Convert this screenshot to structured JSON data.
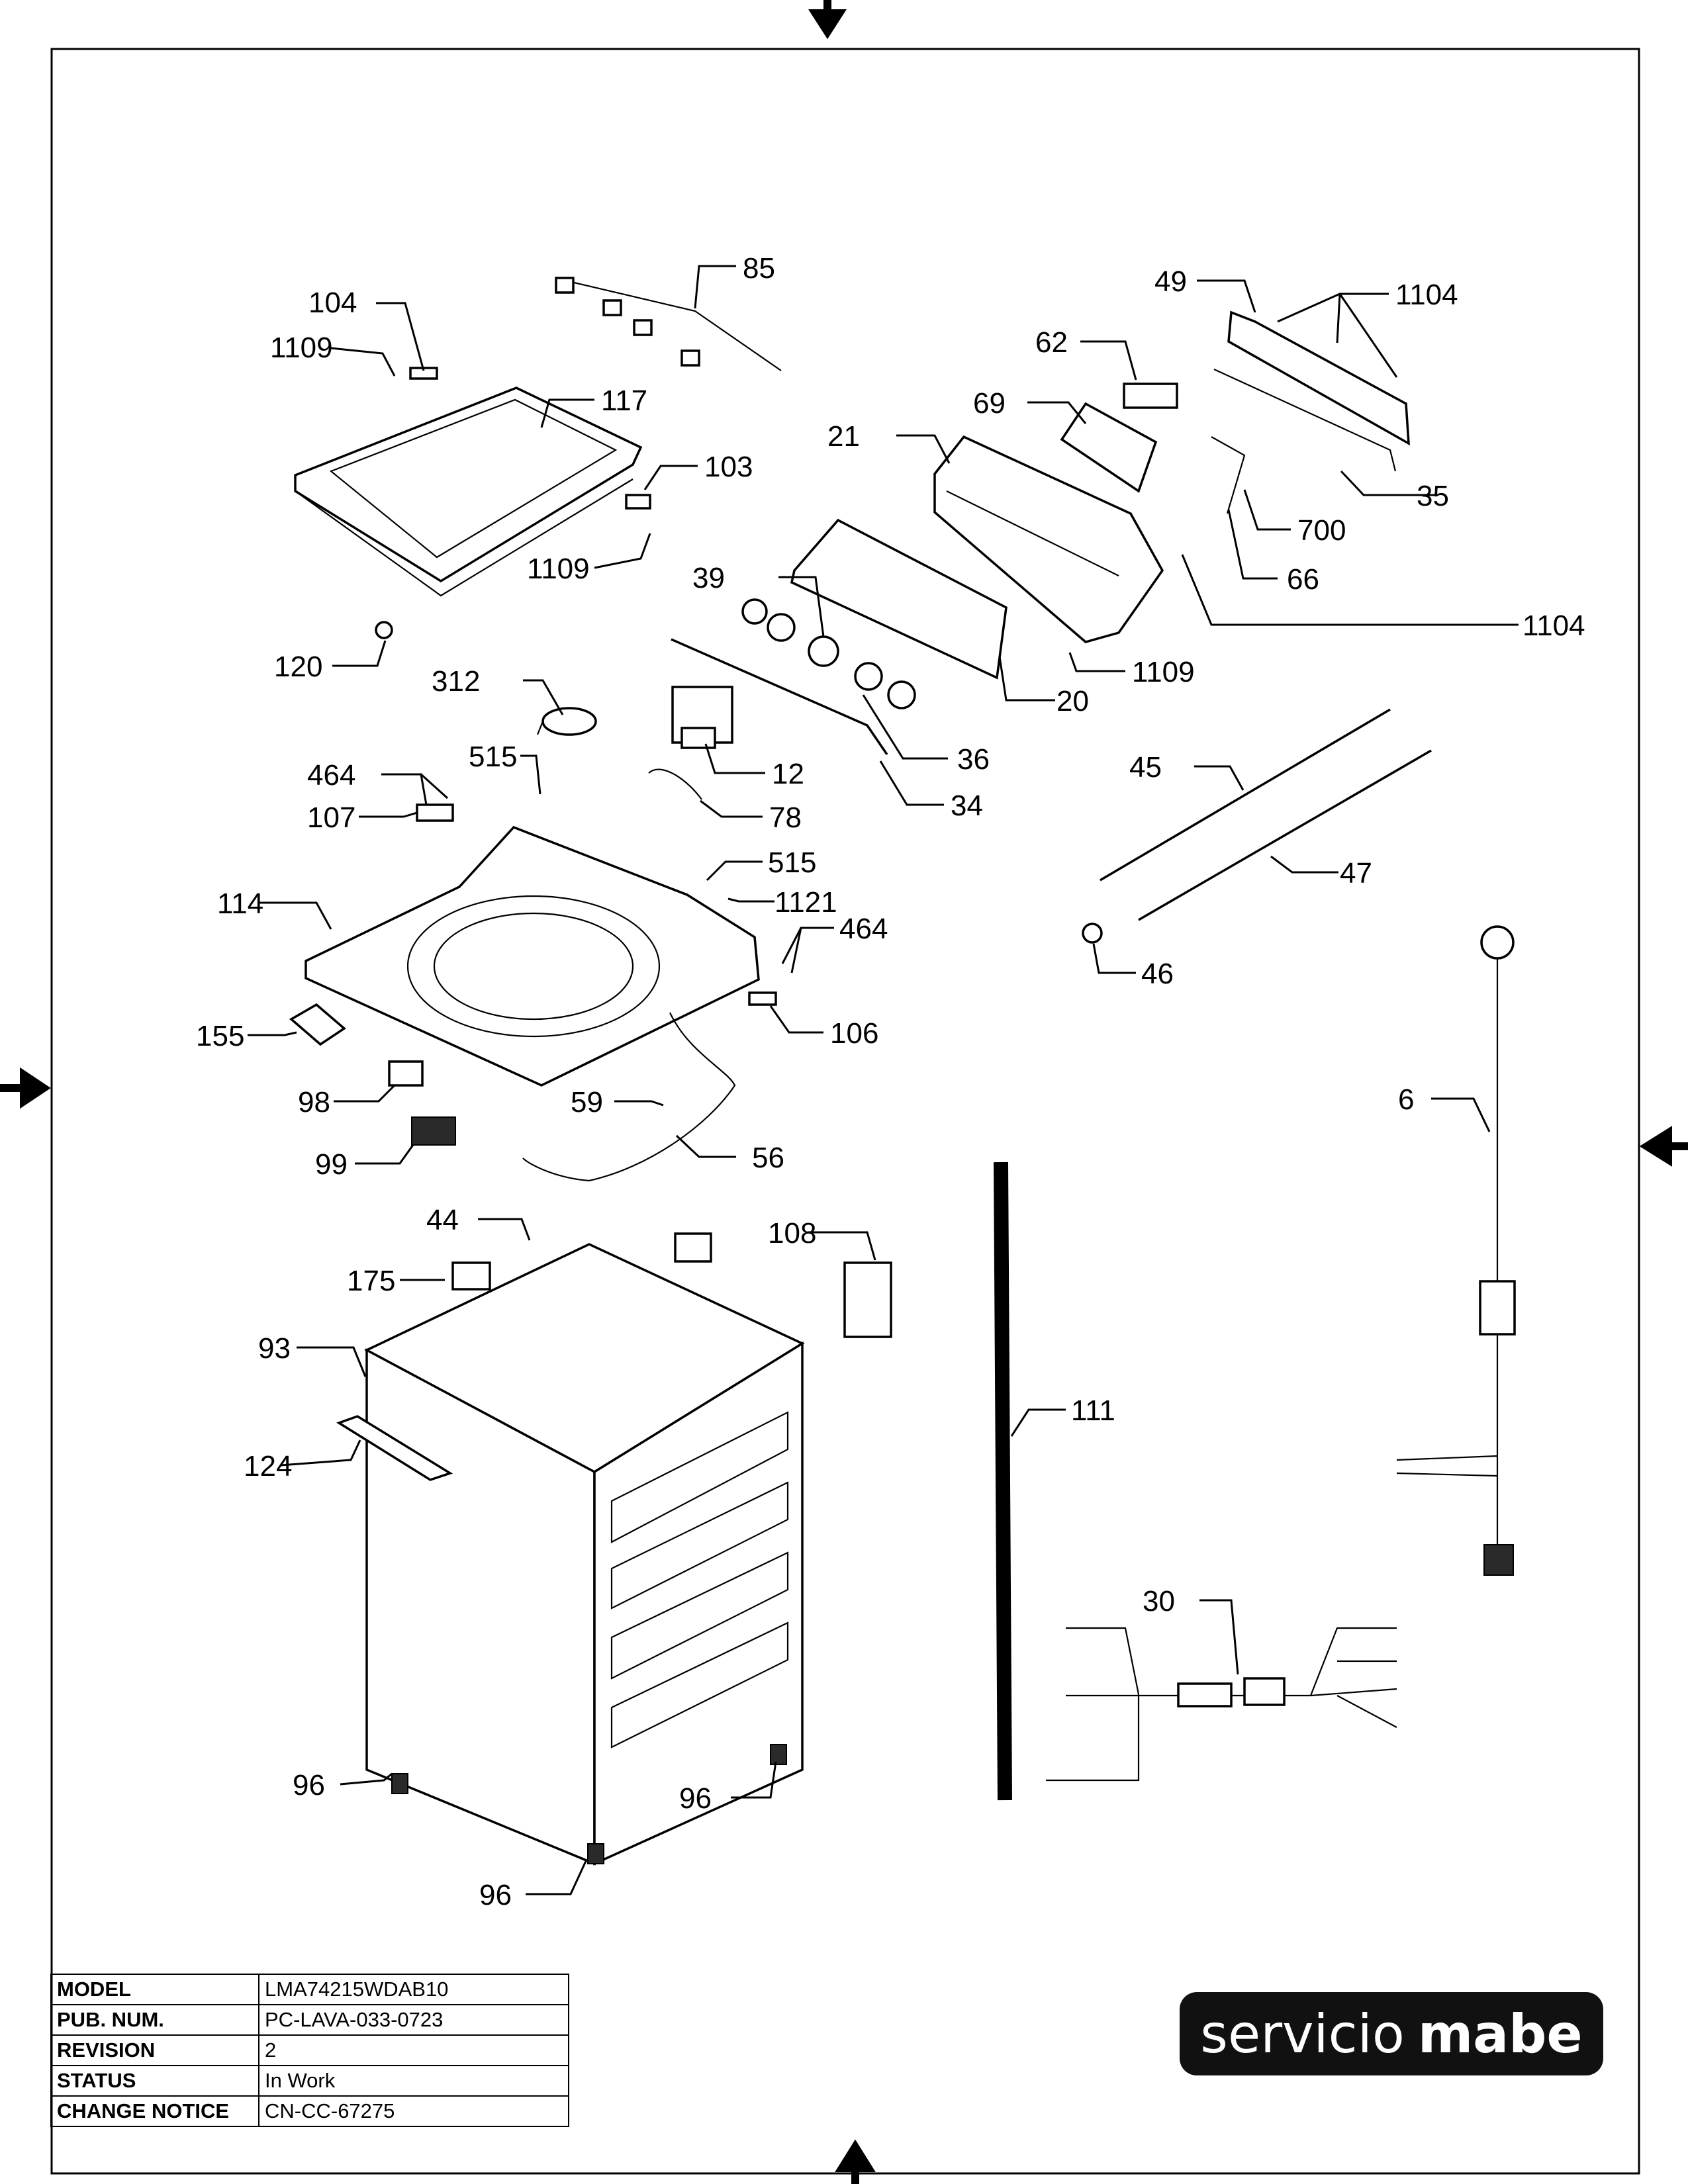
{
  "title_block": {
    "rows": [
      {
        "label": "MODEL",
        "value": "LMA74215WDAB10"
      },
      {
        "label": "PUB. NUM.",
        "value": "PC-LAVA-033-0723"
      },
      {
        "label": "REVISION",
        "value": "2"
      },
      {
        "label": "STATUS",
        "value": "In Work"
      },
      {
        "label": "CHANGE NOTICE",
        "value": "CN-CC-67275"
      }
    ]
  },
  "brand": {
    "word1": "servicio",
    "word2": "mabe"
  },
  "callouts": {
    "c85": "85",
    "c104": "104",
    "c1109a": "1109",
    "c117": "117",
    "c103": "103",
    "c1109b": "1109",
    "c120": "120",
    "c312": "312",
    "c39": "39",
    "c21": "21",
    "c69": "69",
    "c62": "62",
    "c49": "49",
    "c1104a": "1104",
    "c35": "35",
    "c700": "700",
    "c66": "66",
    "c1104b": "1104",
    "c1109c": "1109",
    "c20": "20",
    "c36": "36",
    "c12": "12",
    "c34": "34",
    "c78": "78",
    "c515a": "515",
    "c464a": "464",
    "c107": "107",
    "c114": "114",
    "c515b": "515",
    "c1121": "1121",
    "c464b": "464",
    "c106": "106",
    "c155": "155",
    "c98": "98",
    "c99": "99",
    "c59": "59",
    "c56": "56",
    "c45": "45",
    "c47": "47",
    "c46": "46",
    "c6": "6",
    "c44": "44",
    "c108": "108",
    "c175": "175",
    "c93": "93",
    "c124": "124",
    "c111": "111",
    "c30": "30",
    "c96a": "96",
    "c96b": "96",
    "c96c": "96"
  }
}
